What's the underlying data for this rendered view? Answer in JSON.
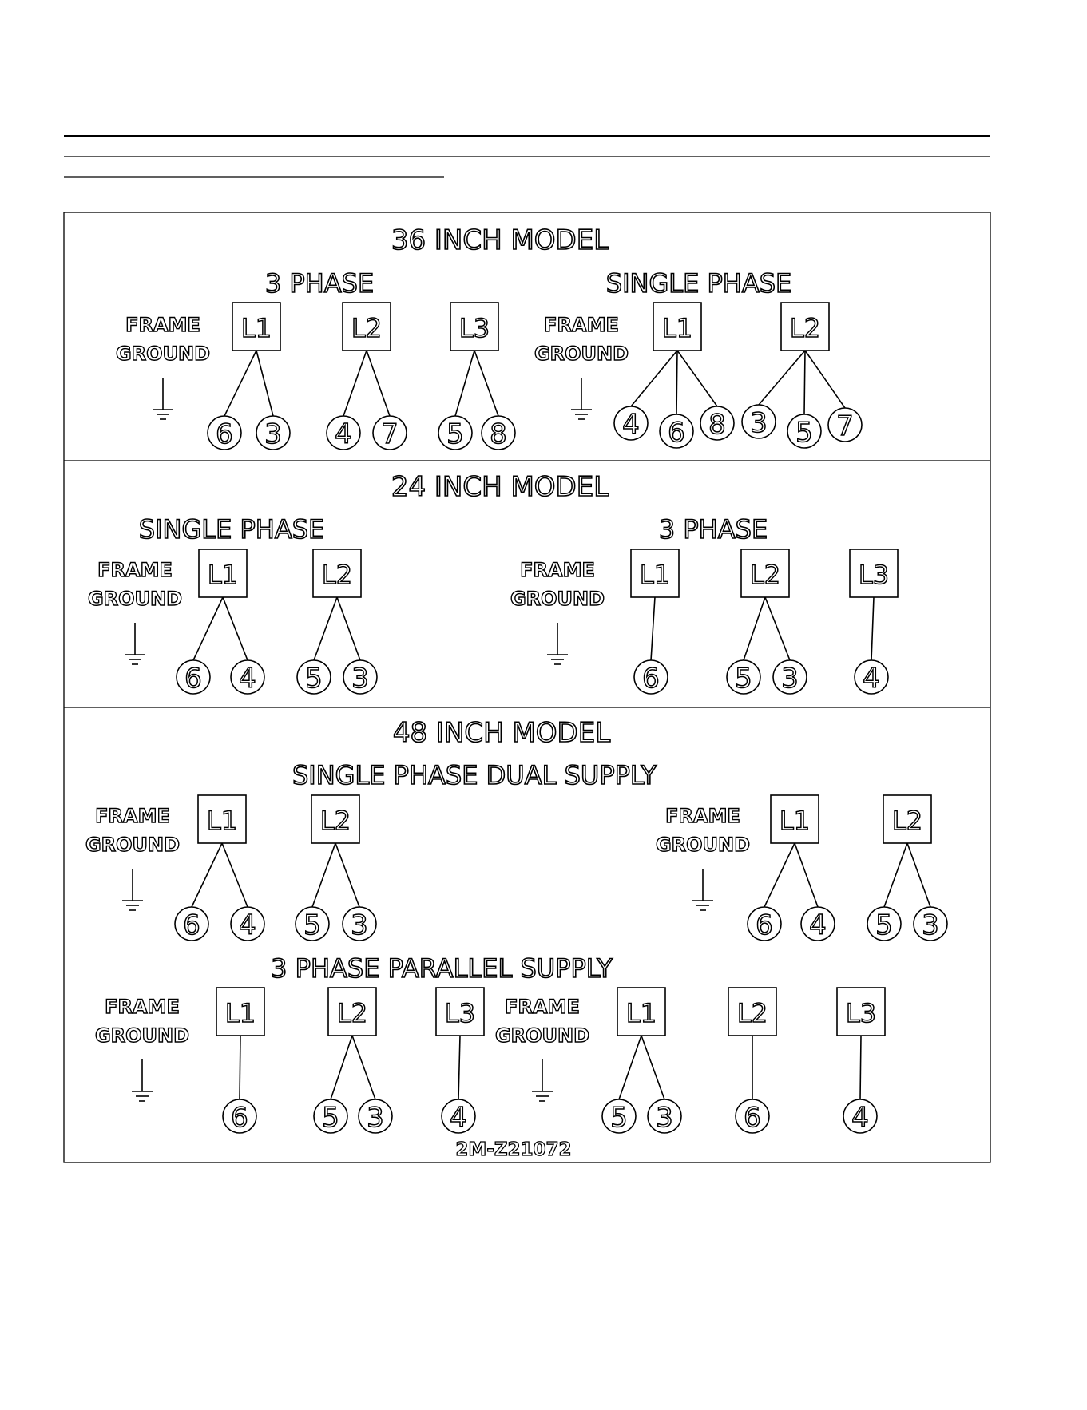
{
  "diagram_code": "2M-Z21072",
  "frame_ground_line1": "FRAME",
  "frame_ground_line2": "GROUND",
  "sections": [
    {
      "title": "36 INCH MODEL",
      "groups": [
        {
          "label": "3 PHASE",
          "lines": [
            {
              "name": "L1",
              "terminals": [
                "6",
                "3"
              ]
            },
            {
              "name": "L2",
              "terminals": [
                "4",
                "7"
              ]
            },
            {
              "name": "L3",
              "terminals": [
                "5",
                "8"
              ]
            }
          ]
        },
        {
          "label": "SINGLE PHASE",
          "lines": [
            {
              "name": "L1",
              "terminals": [
                "4",
                "6",
                "8"
              ]
            },
            {
              "name": "L2",
              "terminals": [
                "3",
                "5",
                "7"
              ]
            }
          ]
        }
      ]
    },
    {
      "title": "24 INCH MODEL",
      "groups": [
        {
          "label": "SINGLE PHASE",
          "lines": [
            {
              "name": "L1",
              "terminals": [
                "6",
                "4"
              ]
            },
            {
              "name": "L2",
              "terminals": [
                "5",
                "3"
              ]
            }
          ]
        },
        {
          "label": "3 PHASE",
          "lines": [
            {
              "name": "L1",
              "terminals": [
                "6"
              ]
            },
            {
              "name": "L2",
              "terminals": [
                "5",
                "3"
              ]
            },
            {
              "name": "L3",
              "terminals": [
                "4"
              ]
            }
          ]
        }
      ]
    },
    {
      "title": "48 INCH MODEL",
      "groups": [
        {
          "label": "SINGLE PHASE DUAL SUPPLY",
          "lines": [
            {
              "name": "L1",
              "terminals": [
                "6",
                "4"
              ]
            },
            {
              "name": "L2",
              "terminals": [
                "5",
                "3"
              ]
            }
          ]
        },
        {
          "label": "",
          "lines": [
            {
              "name": "L1",
              "terminals": [
                "6",
                "4"
              ]
            },
            {
              "name": "L2",
              "terminals": [
                "5",
                "3"
              ]
            }
          ]
        },
        {
          "label": "3 PHASE PARALLEL SUPPLY",
          "lines": [
            {
              "name": "L1",
              "terminals": [
                "6"
              ]
            },
            {
              "name": "L2",
              "terminals": [
                "5",
                "3"
              ]
            },
            {
              "name": "L3",
              "terminals": [
                "4"
              ]
            }
          ]
        },
        {
          "label": "",
          "lines": [
            {
              "name": "L1",
              "terminals": [
                "5",
                "3"
              ]
            },
            {
              "name": "L2",
              "terminals": [
                "6"
              ]
            },
            {
              "name": "L3",
              "terminals": [
                "4"
              ]
            }
          ]
        }
      ]
    }
  ]
}
